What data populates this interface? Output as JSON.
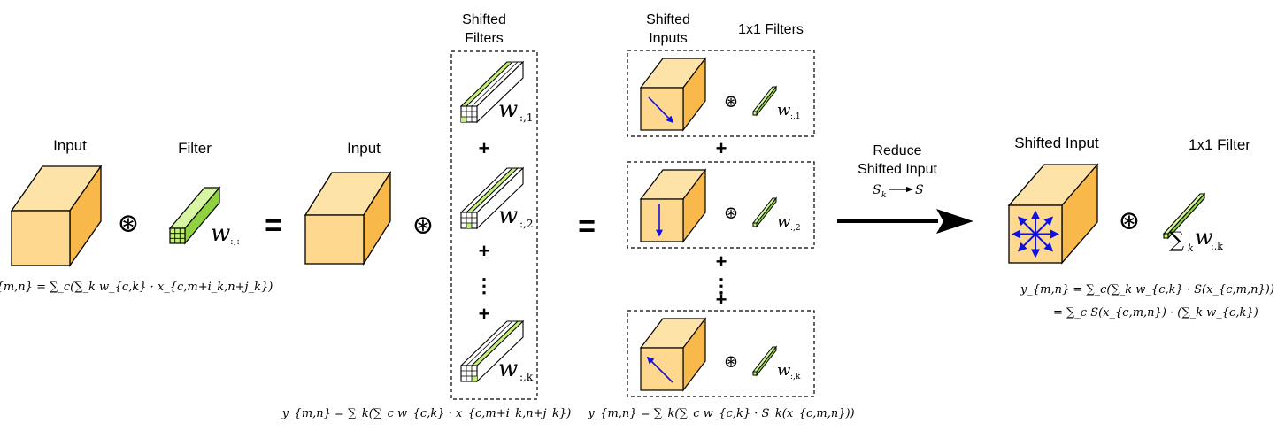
{
  "section1": {
    "input_label": "Input",
    "filter_label": "Filter",
    "filter_symbol": "w",
    "filter_sub": ":,:",
    "equation": "y_{m,n} = ∑_c(∑_k w_{c,k} · x_{c,m+i_k,n+j_k})"
  },
  "section2": {
    "input_label": "Input",
    "shifted_filters_label_1": "Shifted",
    "shifted_filters_label_2": "Filters",
    "plus": "+",
    "ellipsis": "⋮",
    "filter_subs": [
      ":,1",
      ":,2",
      ":,k"
    ],
    "equation": "y_{m,n} = ∑_k(∑_c w_{c,k} · x_{c,m+i_k,n+j_k})"
  },
  "section3": {
    "shifted_inputs_label_1": "Shifted",
    "shifted_inputs_label_2": "Inputs",
    "filters_1x1_label": "1x1 Filters",
    "plus": "+",
    "ellipsis": "⋮",
    "filter_subs": [
      ":,1",
      ":,2",
      ":,k"
    ],
    "equation": "y_{m,n} = ∑_k(∑_c w_{c,k} · S_k(x_{c,m,n}))"
  },
  "reduce": {
    "line1": "Reduce",
    "line2": "Shifted Input",
    "formula_from": "S",
    "formula_from_sub": "k",
    "formula_to": "S"
  },
  "section4": {
    "shifted_input_label": "Shifted Input",
    "filter_1x1_label": "1x1 Filter",
    "sum_symbol": "∑",
    "sum_sub": "k",
    "filter_symbol": "w",
    "filter_sub": ":,k",
    "equation_line1": "y_{m,n} = ∑_c(∑_k w_{c,k} · S(x_{c,m,n}))",
    "equation_line2": "= ∑_c S(x_{c,m,n}) · (∑_k w_{c,k})"
  },
  "symbols": {
    "conv": "⊛",
    "equals": "="
  },
  "colors": {
    "cube_front": "#fdd88e",
    "cube_top": "#fde3a8",
    "cube_side": "#f8b94a",
    "filter_green": "#c3ef78",
    "filter_dark": "#8fd13f",
    "arrow_blue": "#1010e0"
  }
}
